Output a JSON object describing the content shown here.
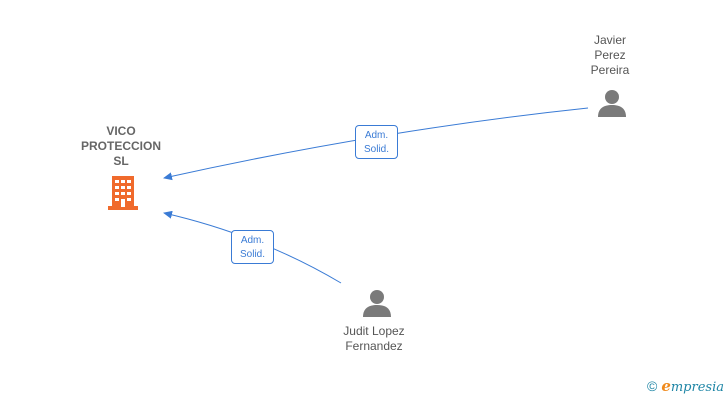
{
  "company": {
    "name_lines": [
      "VICO",
      "PROTECCION",
      "SL"
    ],
    "icon": "building-icon",
    "color": "#f06a2c"
  },
  "persons": [
    {
      "name_lines": [
        "Javier",
        "Perez",
        "Pereira"
      ],
      "icon": "person-icon"
    },
    {
      "name_lines": [
        "Judit Lopez",
        "Fernandez"
      ],
      "icon": "person-icon"
    }
  ],
  "relations": [
    {
      "from": "Javier Perez Pereira",
      "to": "VICO PROTECCION SL",
      "label_lines": [
        "Adm.",
        "Solid."
      ]
    },
    {
      "from": "Judit Lopez Fernandez",
      "to": "VICO PROTECCION SL",
      "label_lines": [
        "Adm.",
        "Solid."
      ]
    }
  ],
  "brand": {
    "copyright": "©",
    "initial": "e",
    "rest": "mpresia"
  },
  "colors": {
    "edge": "#3a7bd5",
    "person": "#7a7a7a"
  }
}
